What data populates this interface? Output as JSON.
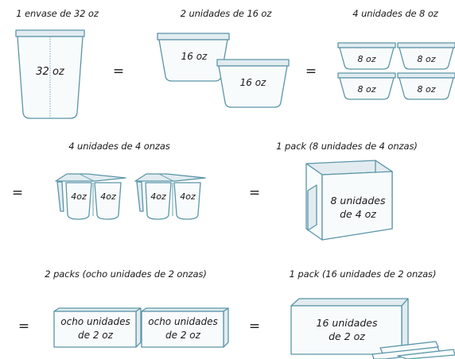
{
  "colors": {
    "stroke": "#5a95a8",
    "fill": "#f8fbfc",
    "shade": "#e2ecf0",
    "text": "#1a1a1a"
  },
  "equals": "=",
  "row1": {
    "caption_1": "1 envase de 32 oz",
    "caption_2": "2 unidades de 16 oz",
    "caption_3": "4 unidades de 8 oz",
    "label_32": "32 oz",
    "label_16": "16 oz",
    "label_8": "8 oz"
  },
  "row2": {
    "caption_1": "4 unidades de 4 onzas",
    "caption_2": "1 pack (8 unidades de 4 onzas)",
    "label_4": "4oz",
    "box_line1": "8 unidades",
    "box_line2": "de 4 oz"
  },
  "row3": {
    "caption_1": "2 packs (ocho unidades de 2 onzas)",
    "caption_2": "1 pack (16 unidades de 2 onzas)",
    "pack_line1": "ocho unidades",
    "pack_line2": "de 2 oz",
    "box_line1": "16 unidades",
    "box_line2": "de 2 oz"
  }
}
